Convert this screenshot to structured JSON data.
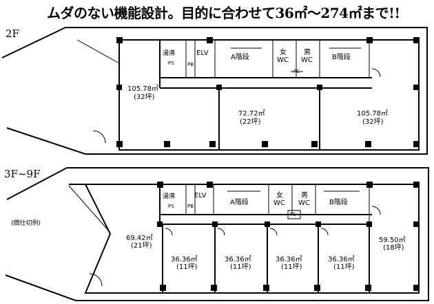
{
  "headline": "ムダのない機能設計。目的に合わせて36㎡～274㎡まで!!",
  "floors": {
    "second": {
      "label": "2F",
      "core": {
        "yuto": "湯沸",
        "ps": "PS",
        "elv": "ELV",
        "pb": "PB",
        "stairs_a": "A階段",
        "wc_f_sym": "女",
        "wc_f": "WC",
        "wc_m_sym": "男",
        "wc_m": "WC",
        "pc": "PC",
        "stairs_b": "B階段"
      },
      "rooms": [
        {
          "area": "105.78㎡",
          "tsubo": "(32坪)"
        },
        {
          "area": "72.72㎡",
          "tsubo": "(22坪)"
        },
        {
          "area": "105.78㎡",
          "tsubo": "(32坪)"
        }
      ]
    },
    "upper": {
      "label": "3F~9F",
      "note": "(間仕切例)",
      "core": {
        "yuto": "湯沸",
        "ps": "PS",
        "elv": "ELV",
        "pb": "PB",
        "stairs_a": "A階段",
        "wc_f_sym": "女",
        "wc_f": "WC",
        "wc_m_sym": "男",
        "wc_m": "WC",
        "ps2": "PS",
        "stairs_b": "B階段"
      },
      "rooms": [
        {
          "area": "69.42㎡",
          "tsubo": "(21坪)"
        },
        {
          "area": "36.36㎡",
          "tsubo": "(11坪)"
        },
        {
          "area": "36.36㎡",
          "tsubo": "(11坪)"
        },
        {
          "area": "36.36㎡",
          "tsubo": "(11坪)"
        },
        {
          "area": "36.36㎡",
          "tsubo": "(11坪)"
        },
        {
          "area": "59.50㎡",
          "tsubo": "(18坪)"
        }
      ]
    }
  }
}
